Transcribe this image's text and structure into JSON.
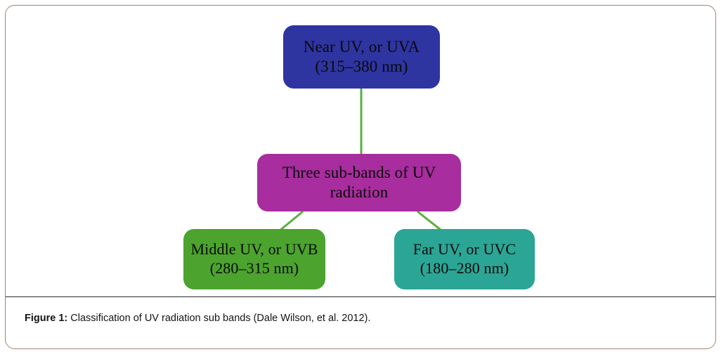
{
  "figure": {
    "border_color": "#a8806f",
    "background": "#ffffff",
    "connector_color": "#5aaf3c",
    "caption": {
      "label": "Figure 1:",
      "text": " Classification of UV radiation sub bands (Dale Wilson, et al. 2012)."
    }
  },
  "diagram": {
    "type": "hierarchy-flowchart",
    "nodes": [
      {
        "id": "uva",
        "title": "Near UV, or UVA",
        "range": "(315–380 nm)",
        "text": "Near UV, or UVA\n(315–380 nm)",
        "color": "#2e34a0",
        "text_color": "#0a0a0a",
        "band_min_nm": 315,
        "band_max_nm": 380
      },
      {
        "id": "subbands",
        "title": "Three sub-bands of UV radiation",
        "range": "",
        "text": "Three sub-bands of UV\nradiation",
        "color": "#a82d9e",
        "text_color": "#0a0a0a"
      },
      {
        "id": "uvb",
        "title": "Middle UV, or UVB",
        "range": "(280–315 nm)",
        "text": "Middle UV, or UVB\n(280–315 nm)",
        "color": "#4ca32e",
        "text_color": "#0a0a0a",
        "band_min_nm": 280,
        "band_max_nm": 315
      },
      {
        "id": "uvc",
        "title": "Far UV, or UVC",
        "range": "(180–280 nm)",
        "text": "Far UV, or UVC\n(180–280 nm)",
        "color": "#2ba596",
        "text_color": "#0a0a0a",
        "band_min_nm": 180,
        "band_max_nm": 280
      }
    ],
    "edges": [
      {
        "from": "uva",
        "to": "subbands",
        "style": "straight-vertical"
      },
      {
        "from": "subbands",
        "to": "uvb",
        "style": "diagonal"
      },
      {
        "from": "subbands",
        "to": "uvc",
        "style": "diagonal"
      }
    ]
  }
}
